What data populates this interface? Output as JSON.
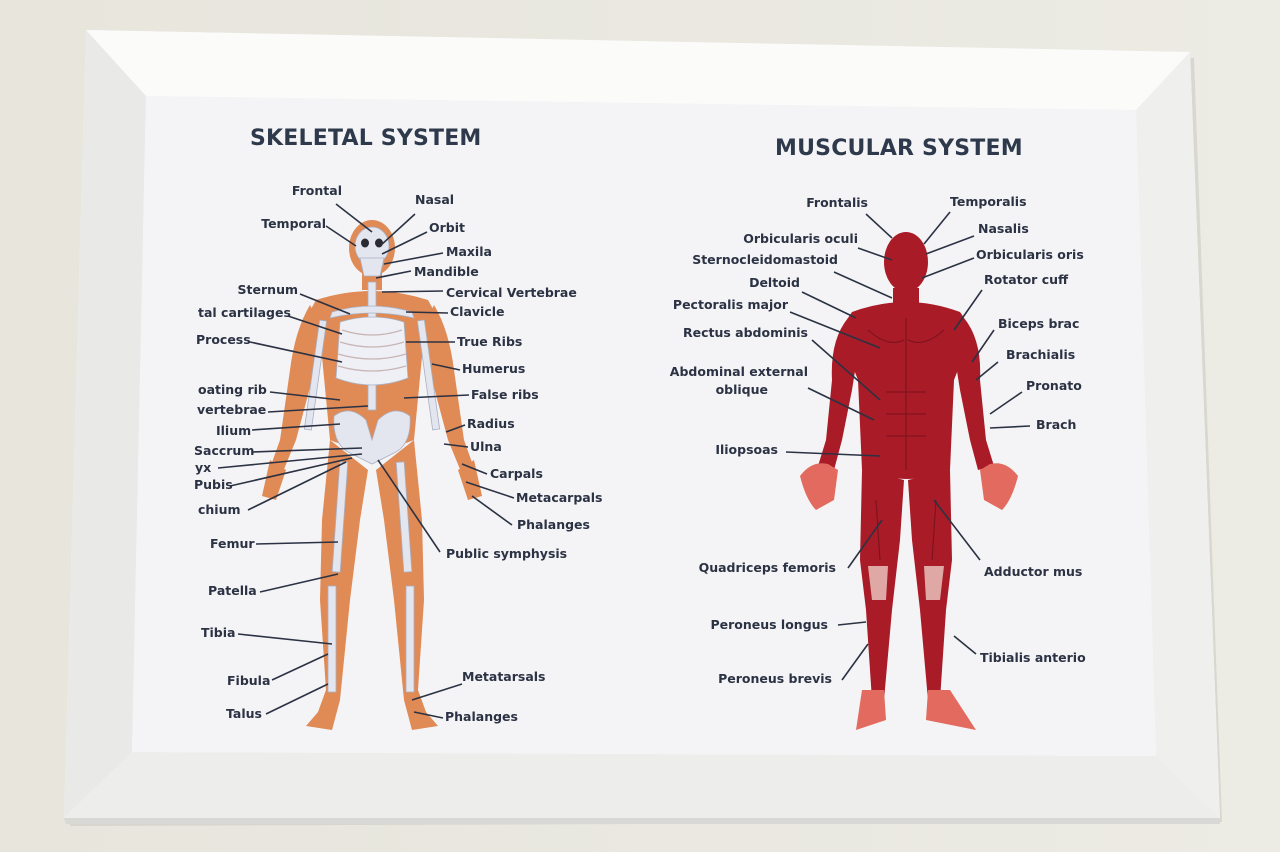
{
  "skeletal": {
    "title": "SKELETAL SYSTEM",
    "labels": {
      "frontal": "Frontal",
      "nasal": "Nasal",
      "temporal": "Temporal",
      "orbit": "Orbit",
      "maxila": "Maxila",
      "mandible": "Mandible",
      "sternum": "Sternum",
      "cervical": "Cervical Vertebrae",
      "cartilages": "tal cartilages",
      "clavicle": "Clavicle",
      "process": "Process",
      "true_ribs": "True Ribs",
      "humerus": "Humerus",
      "floating_rib": "oating rib",
      "false_ribs": "False ribs",
      "vertebrae": "vertebrae",
      "radius": "Radius",
      "ilium": "Ilium",
      "ulna": "Ulna",
      "saccrum": "Saccrum",
      "coccyx": "yx",
      "carpals": "Carpals",
      "pubis": "Pubis",
      "metacarpals": "Metacarpals",
      "ischium": "chium",
      "phalanges_hand": "Phalanges",
      "femur": "Femur",
      "pubic": "Public symphysis",
      "patella": "Patella",
      "tibia": "Tibia",
      "fibula": "Fibula",
      "metatarsals": "Metatarsals",
      "talus": "Talus",
      "phalanges_foot": "Phalanges"
    }
  },
  "muscular": {
    "title": "MUSCULAR SYSTEM",
    "labels": {
      "frontalis": "Frontalis",
      "temporalis": "Temporalis",
      "nasalis": "Nasalis",
      "orb_oculi": "Orbicularis oculi",
      "orb_oris": "Orbicularis oris",
      "sterno": "Sternocleidomastoid",
      "rotator": "Rotator cuff",
      "deltoid": "Deltoid",
      "pectoralis": "Pectoralis major",
      "biceps": "Biceps brac",
      "rectus": "Rectus abdominis",
      "brachialis": "Brachialis",
      "abd_ext": "Abdominal external",
      "oblique": "oblique",
      "pronator": "Pronato",
      "brach": "Brach",
      "iliopsoas": "Iliopsoas",
      "quadriceps": "Quadriceps femoris",
      "adductor": "Adductor mus",
      "per_longus": "Peroneus longus",
      "tibialis": "Tibialis anterio",
      "per_brevis": "Peroneus brevis"
    }
  }
}
